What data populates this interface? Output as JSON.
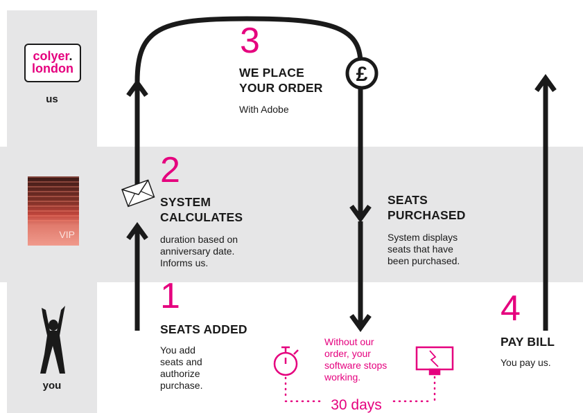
{
  "rows": {
    "top_label": "us",
    "bottom_label": "you"
  },
  "logo": {
    "line1": "colyer",
    "dot": ".",
    "line2": "london"
  },
  "vip_label": "VIP",
  "steps": [
    {
      "number": "1",
      "title": "SEATS ADDED",
      "description": [
        "You add",
        "seats and",
        "authorize",
        "purchase."
      ]
    },
    {
      "number": "2",
      "title": [
        "SYSTEM",
        "CALCULATES"
      ],
      "description": [
        "duration based on",
        "anniversary date.",
        "Informs us."
      ]
    },
    {
      "number": "3",
      "title": [
        "WE PLACE",
        "YOUR ORDER"
      ],
      "description": [
        "With Adobe"
      ]
    },
    {
      "number": "4",
      "title": "PAY BILL",
      "description": [
        "You pay us."
      ]
    }
  ],
  "seats_purchased": {
    "title": [
      "SEATS",
      "PURCHASED"
    ],
    "description": [
      "System displays",
      "seats that have",
      "been purchased."
    ]
  },
  "warning": [
    "Without our",
    "order, your",
    "software stops",
    "working."
  ],
  "timeline_label": "30 days",
  "icons": [
    "envelope-icon",
    "pound-coin-icon",
    "stopwatch-icon",
    "broken-monitor-icon",
    "person-silhouette-icon"
  ],
  "colors": {
    "accent": "#e5007e",
    "band": "#e6e6e7",
    "arrow": "#1a1a1a"
  }
}
